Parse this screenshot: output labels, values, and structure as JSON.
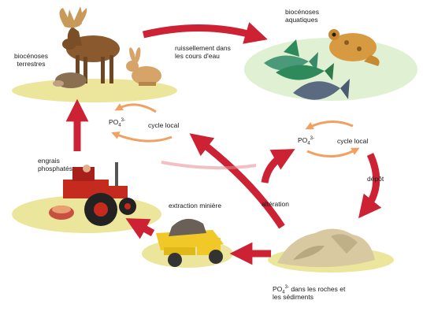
{
  "labels": {
    "terrestrial_1": "biocénoses",
    "terrestrial_2": "terrestres",
    "aquatic_1": "biocénoses",
    "aquatic_2": "aquatiques",
    "runoff_1": "ruissellement dans",
    "runoff_2": "les cours d'eau",
    "po4_base": "PO",
    "po4_sub": "4",
    "po4_sup": "3-",
    "local_cycle": "cycle local",
    "fertilizer_1": "engrais",
    "fertilizer_2": "phosphatés",
    "mining": "extraction minière",
    "weathering": "altération",
    "deposit": "dépôt",
    "rocks_suffix_1": " dans les roches et",
    "rocks_suffix_2": "les sédiments"
  },
  "colors": {
    "main_arrow": "#cc2233",
    "local_arrow": "#f0a060",
    "ground": "#e8e28a"
  }
}
